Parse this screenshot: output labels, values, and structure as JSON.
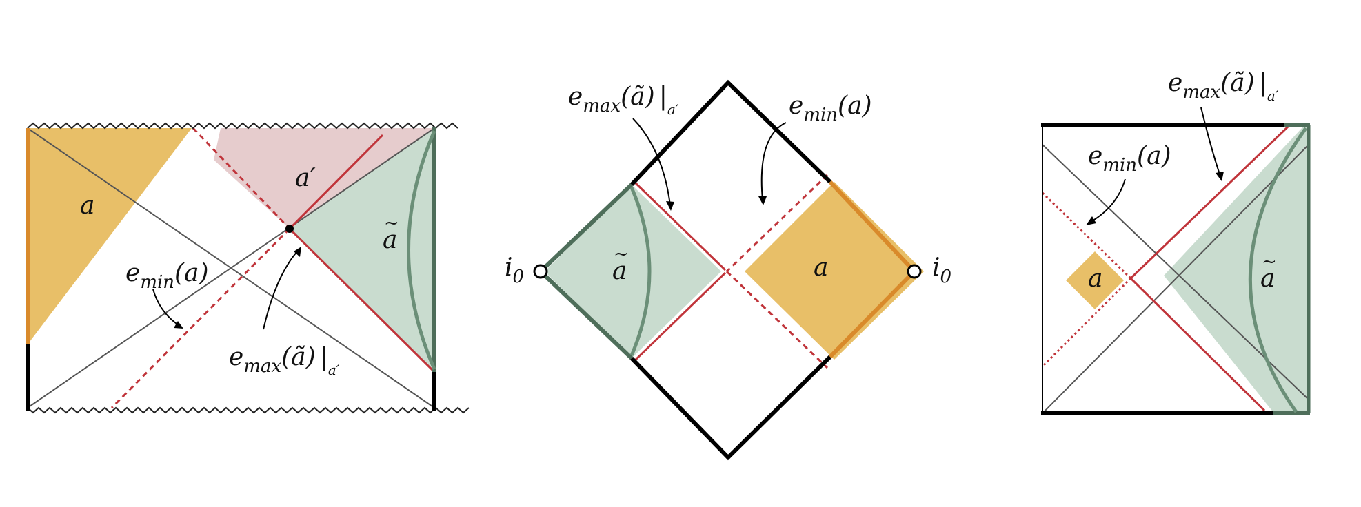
{
  "colors": {
    "orange_fill": "#e8bf68",
    "orange_edge": "#d98a2b",
    "green_fill": "#c9dccf",
    "green_edge": "#6b8f78",
    "green_dark": "#4e6e5a",
    "pink_fill": "#e6cccd",
    "red": "#c0343a",
    "gray": "#555555",
    "black": "#000000"
  },
  "panels": [
    {
      "labels": {
        "a": "a",
        "a_prime": "a",
        "a_prime_mark": "′",
        "a_tilde": "a",
        "tilde": "~",
        "emin_e": "e",
        "emin_sub": "min",
        "emin_arg": "(a)",
        "emax_e": "e",
        "emax_sub": "max",
        "emax_arg": "(ã)",
        "emax_restrict": "|",
        "emax_restrict_sub": "a′"
      }
    },
    {
      "labels": {
        "a": "a",
        "a_tilde": "a",
        "tilde": "~",
        "i0_left": "i",
        "i0_left_sub": "0",
        "i0_right": "i",
        "i0_right_sub": "0",
        "emin_e": "e",
        "emin_sub": "min",
        "emin_arg": "(a)",
        "emax_e": "e",
        "emax_sub": "max",
        "emax_arg": "(ã)",
        "emax_restrict": "|",
        "emax_restrict_sub": "a′"
      }
    },
    {
      "labels": {
        "a": "a",
        "a_tilde": "a",
        "tilde": "~",
        "emin_e": "e",
        "emin_sub": "min",
        "emin_arg": "(a)",
        "emax_e": "e",
        "emax_sub": "max",
        "emax_arg": "(ã)",
        "emax_restrict": "|",
        "emax_restrict_sub": "a′"
      }
    }
  ]
}
